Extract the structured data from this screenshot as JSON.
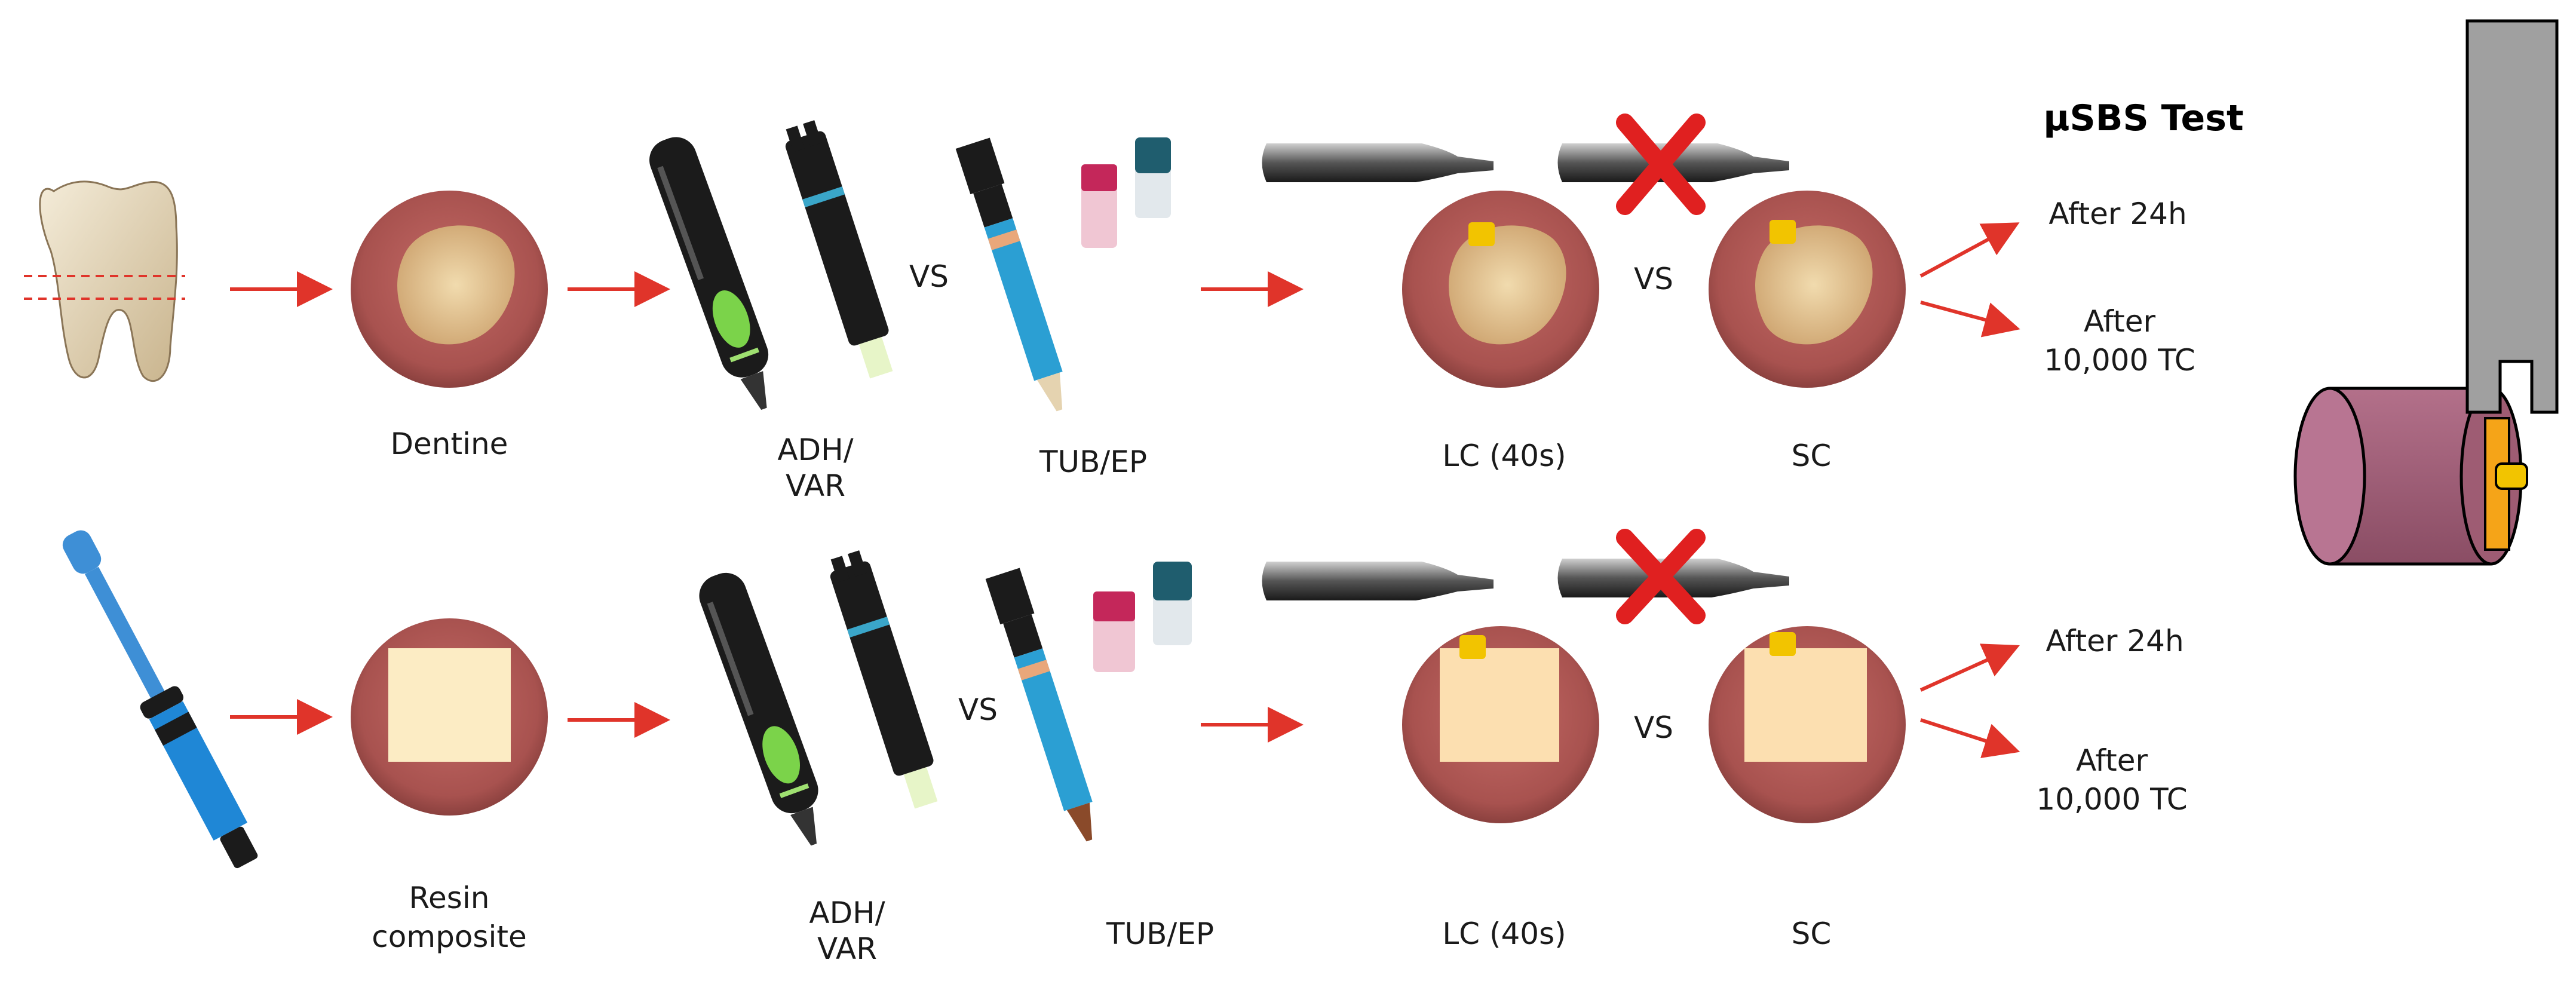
{
  "title": "µSBS Test",
  "rows": [
    {
      "substrate_label": [
        "Dentine"
      ],
      "adhesive_label": [
        "ADH/",
        "VAR"
      ],
      "cement_label": [
        "TUB/EP"
      ],
      "comparison": "VS",
      "cure_vs": "VS",
      "light_cure_label": [
        "LC (40s)"
      ],
      "self_cure_label": [
        "SC"
      ],
      "outcomes": [
        {
          "lines": [
            "After 24h"
          ]
        },
        {
          "lines": [
            "After",
            "10,000 TC"
          ]
        }
      ]
    },
    {
      "substrate_label": [
        "Resin",
        "composite"
      ],
      "adhesive_label": [
        "ADH/",
        "VAR"
      ],
      "cement_label": [
        "TUB/EP"
      ],
      "comparison": "VS",
      "cure_vs": "VS",
      "light_cure_label": [
        "LC (40s)"
      ],
      "self_cure_label": [
        "SC"
      ],
      "outcomes": [
        {
          "lines": [
            "After 24h"
          ]
        },
        {
          "lines": [
            "After",
            "10,000 TC"
          ]
        }
      ]
    }
  ],
  "colors": {
    "arrow": "#e0342a",
    "disc": "#a8524f",
    "dentine": "#e6c894",
    "composite": "#fbe3b6",
    "cement": "#f2c400",
    "tester_body": "#9e5c73",
    "tester_blade": "#a0a0a0",
    "tester_ring": "#f5a418"
  },
  "icons": [
    "tooth-icon",
    "composite-syringe-icon",
    "adhesive-pen-icon",
    "cement-syringe-icon",
    "bottle-icon",
    "curing-light-icon",
    "cross-icon",
    "shear-tester-icon"
  ]
}
